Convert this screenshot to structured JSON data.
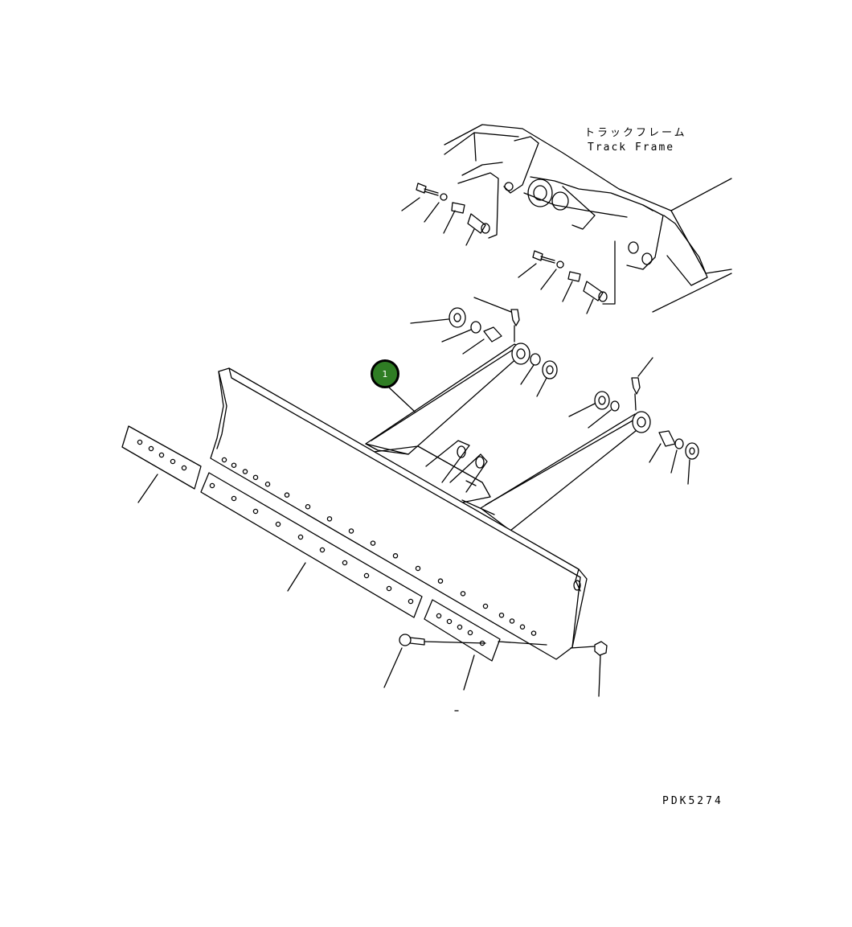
{
  "labels": {
    "track_frame_jp": "トラックフレーム",
    "track_frame_en": "Track Frame",
    "drawing_code": "PDK5274"
  },
  "callouts": [
    {
      "number": "1"
    }
  ],
  "colors": {
    "callout_fill": "#2f7d24",
    "line": "#000000",
    "background": "#ffffff"
  }
}
